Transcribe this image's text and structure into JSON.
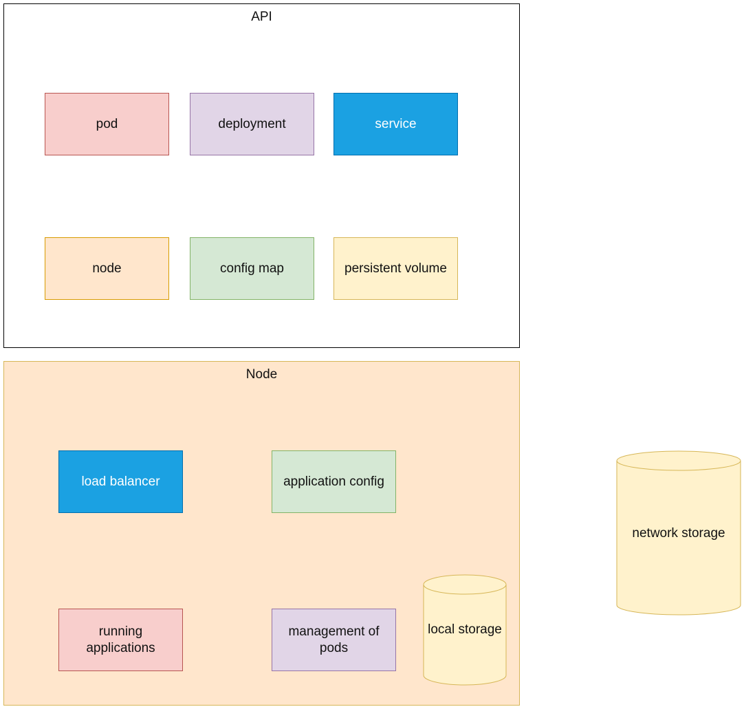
{
  "api": {
    "title": "API",
    "items": [
      {
        "label": "pod",
        "style": "red"
      },
      {
        "label": "deployment",
        "style": "purple"
      },
      {
        "label": "service",
        "style": "blue"
      },
      {
        "label": "node",
        "style": "orange"
      },
      {
        "label": "config map",
        "style": "green"
      },
      {
        "label": "persistent volume",
        "style": "yellow"
      }
    ]
  },
  "node": {
    "title": "Node",
    "items": [
      {
        "label": "load balancer",
        "style": "blue"
      },
      {
        "label": "application config",
        "style": "green"
      },
      {
        "label": "running applications",
        "style": "red"
      },
      {
        "label": "management of pods",
        "style": "purple"
      }
    ],
    "local_storage": "local storage"
  },
  "network_storage": "network storage",
  "colors": {
    "red_fill": "#f8cecc",
    "purple_fill": "#e1d5e7",
    "blue_fill": "#1ba1e2",
    "orange_fill": "#ffe6cc",
    "green_fill": "#d5e8d4",
    "yellow_fill": "#fff2cc"
  }
}
